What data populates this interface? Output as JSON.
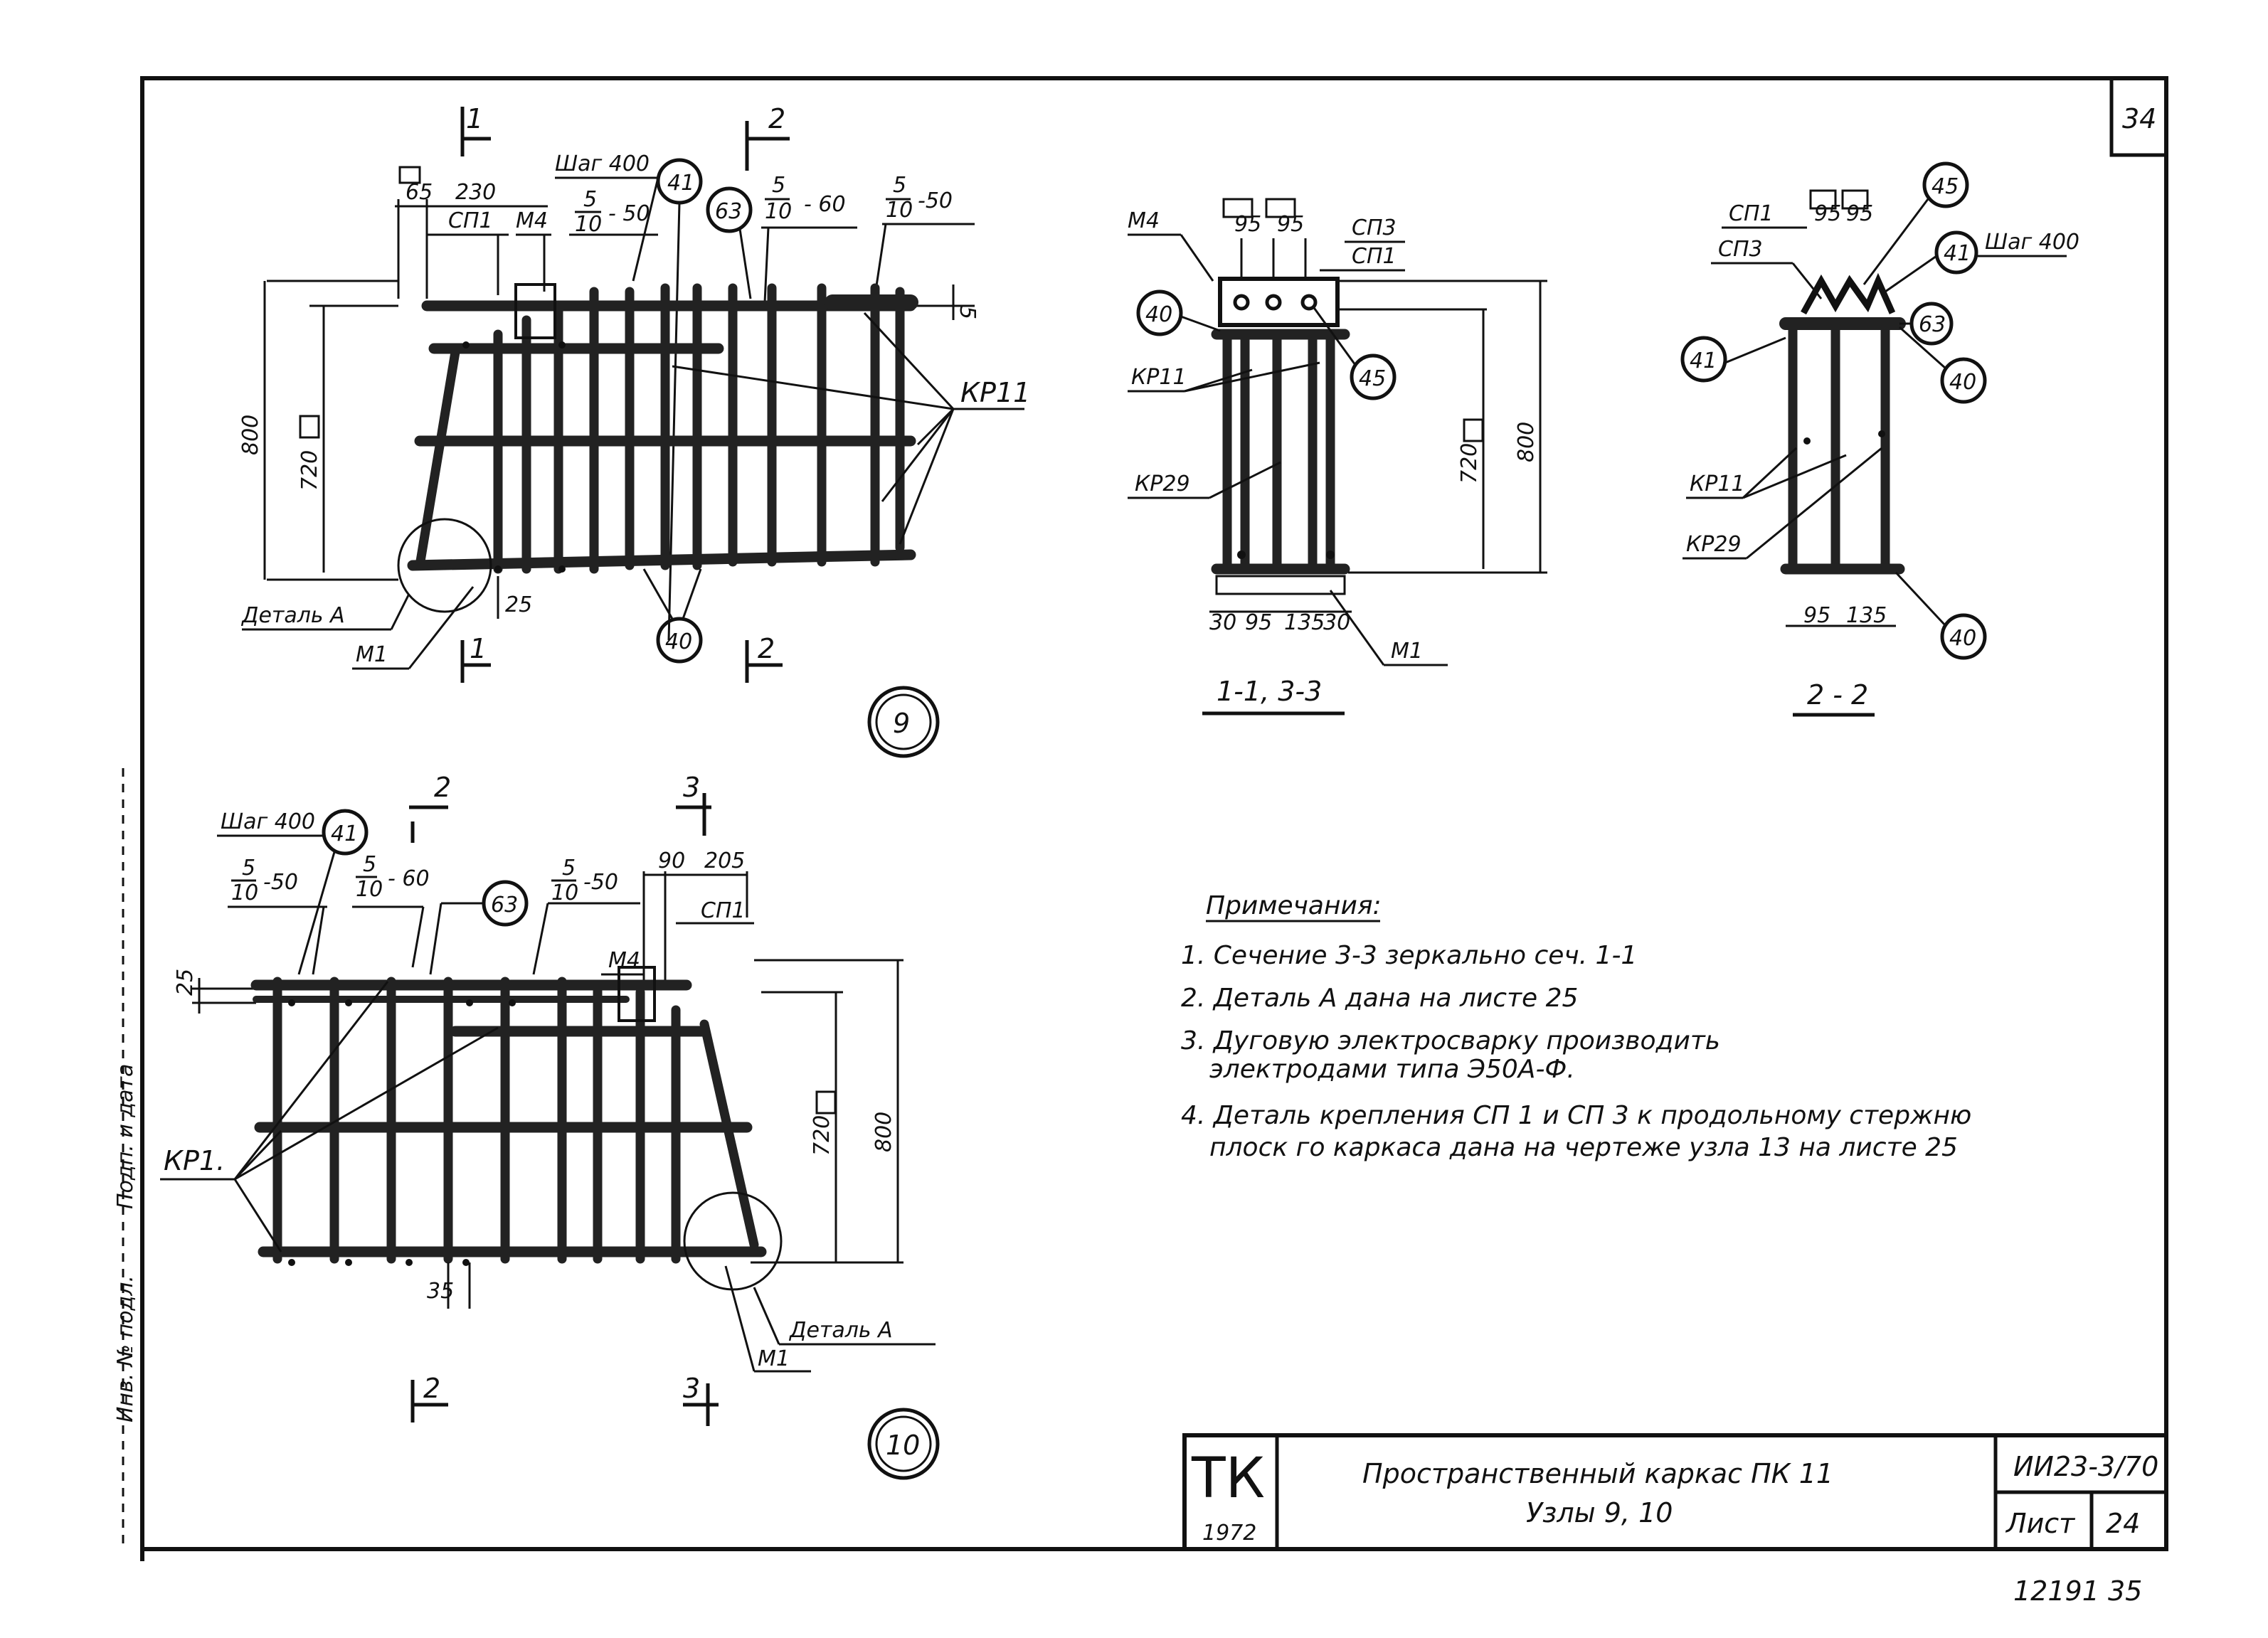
{
  "sheet_number": "34",
  "node9": {
    "sec1": "1",
    "sec2": "2",
    "dims_top": [
      "65",
      "230"
    ],
    "sp1": "СП1",
    "m4": "М4",
    "step": "Шаг 400",
    "f1_num": "5",
    "f1_den": "10",
    "f1_rest": "- 50",
    "f2_num": "5",
    "f2_den": "10",
    "f2_rest": "- 60",
    "f3_num": "5",
    "f3_den": "10",
    "f3_rest": "-50",
    "c41": "41",
    "c63": "63",
    "c40": "40",
    "kr11": "КР11",
    "d800": "800",
    "d720": "720",
    "d5": "5",
    "d25": "25",
    "detail_a": "Деталь А",
    "m1": "М1",
    "node_no": "9"
  },
  "sec11": {
    "m4": "М4",
    "sp3": "СП3",
    "sp1": "СП1",
    "c40": "40",
    "c45": "45",
    "kr11": "КР11",
    "kr29": "КР29",
    "d95a": "95",
    "d95b": "95",
    "d720": "720",
    "d800": "800",
    "bottom": [
      "30",
      "95",
      "135",
      "30"
    ],
    "m1": "М1",
    "title": "1-1, 3-3"
  },
  "sec22": {
    "sp1": "СП1",
    "sp3": "СП3",
    "d95a": "95",
    "d95b": "95",
    "c45": "45",
    "c41": "41",
    "c63": "63",
    "c40": "40",
    "c41b": "41",
    "c40b": "40",
    "step": "Шаг 400",
    "kr11": "КР11",
    "kr29": "КР29",
    "bottom": [
      "95",
      "135"
    ],
    "title": "2 - 2"
  },
  "node10": {
    "sec2": "2",
    "sec3": "3",
    "step": "Шаг 400",
    "c41": "41",
    "c63": "63",
    "f1_num": "5",
    "f1_den": "10",
    "f1_rest": "-50",
    "f2_num": "5",
    "f2_den": "10",
    "f2_rest": "- 60",
    "f3_num": "5",
    "f3_den": "10",
    "f3_rest": "-50",
    "d90": "90",
    "d205": "205",
    "m4": "М4",
    "sp1": "СП1",
    "d25": "25",
    "d35": "35",
    "d720": "720",
    "d800": "800",
    "kr1": "КР1.",
    "detail_a": "Деталь А",
    "m1": "М1",
    "node_no": "10"
  },
  "notes": {
    "title": "Примечания:",
    "items": [
      "1. Сечение 3-3 зеркально сеч. 1-1",
      "2. Деталь А дана на листе 25",
      "3. Дуговую электросварку производить",
      "электродами типа Э50А-Ф.",
      "4. Деталь крепления СП 1 и СП 3 к продольному стержню",
      "плоск го каркаса дана на чертеже узла 13 на листе 25"
    ]
  },
  "left_margin": [
    "Инв. № подл.",
    "Подп. и дата"
  ],
  "title_block": {
    "logo": "ТК",
    "year": "1972",
    "title": "Пространственный каркас ПК 11",
    "subtitle": "Узлы 9, 10",
    "code": "ИИ23-3/70",
    "sheet_label": "Лист",
    "sheet_no": "24"
  },
  "archive_no": "12191 35"
}
